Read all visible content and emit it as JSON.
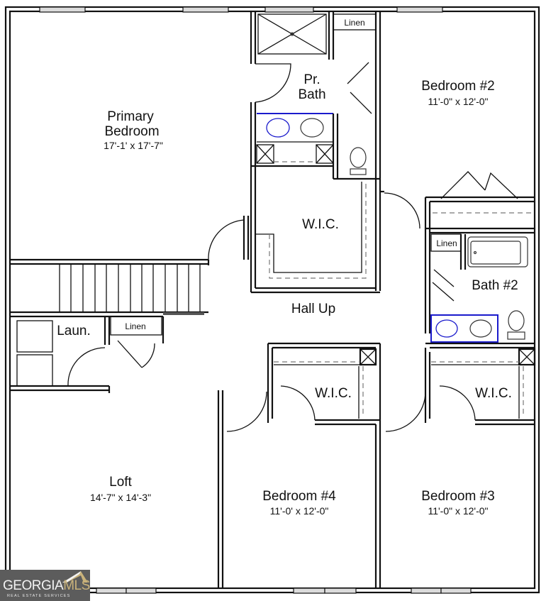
{
  "floor_plan": {
    "rooms": {
      "primary_bedroom": {
        "name_line1": "Primary",
        "name_line2": "Bedroom",
        "dimensions": "17'-1' x 17'-7\""
      },
      "primary_bath": {
        "name_line1": "Pr.",
        "name_line2": "Bath"
      },
      "primary_linen": {
        "name": "Linen"
      },
      "primary_wic": {
        "name": "W.I.C."
      },
      "bedroom_2": {
        "name": "Bedroom #2",
        "dimensions": "11'-0\" x 12'-0\""
      },
      "bath_2": {
        "name": "Bath #2"
      },
      "bath_2_linen": {
        "name": "Linen"
      },
      "hall": {
        "name": "Hall Up"
      },
      "laundry": {
        "name": "Laun."
      },
      "hall_linen": {
        "name": "Linen"
      },
      "loft": {
        "name": "Loft",
        "dimensions": "14'-7\" x 14'-3\""
      },
      "bedroom_4": {
        "name": "Bedroom #4",
        "dimensions": "11'-0' x 12'-0\""
      },
      "bedroom_4_wic": {
        "name": "W.I.C."
      },
      "bedroom_3": {
        "name": "Bedroom #3",
        "dimensions": "11'-0\" x 12'-0\""
      },
      "bedroom_3_wic": {
        "name": "W.I.C."
      }
    },
    "colors": {
      "wall": "#111111",
      "vanity_counter": "#1a1acc",
      "window_glass": "#dcdcdc"
    }
  },
  "watermark": {
    "brand_main": "GEORGIA",
    "brand_accent": "MLS",
    "tagline": "REAL ESTATE SERVICES",
    "background": "#5c5c5c",
    "accent_color": "#c9b27a"
  }
}
